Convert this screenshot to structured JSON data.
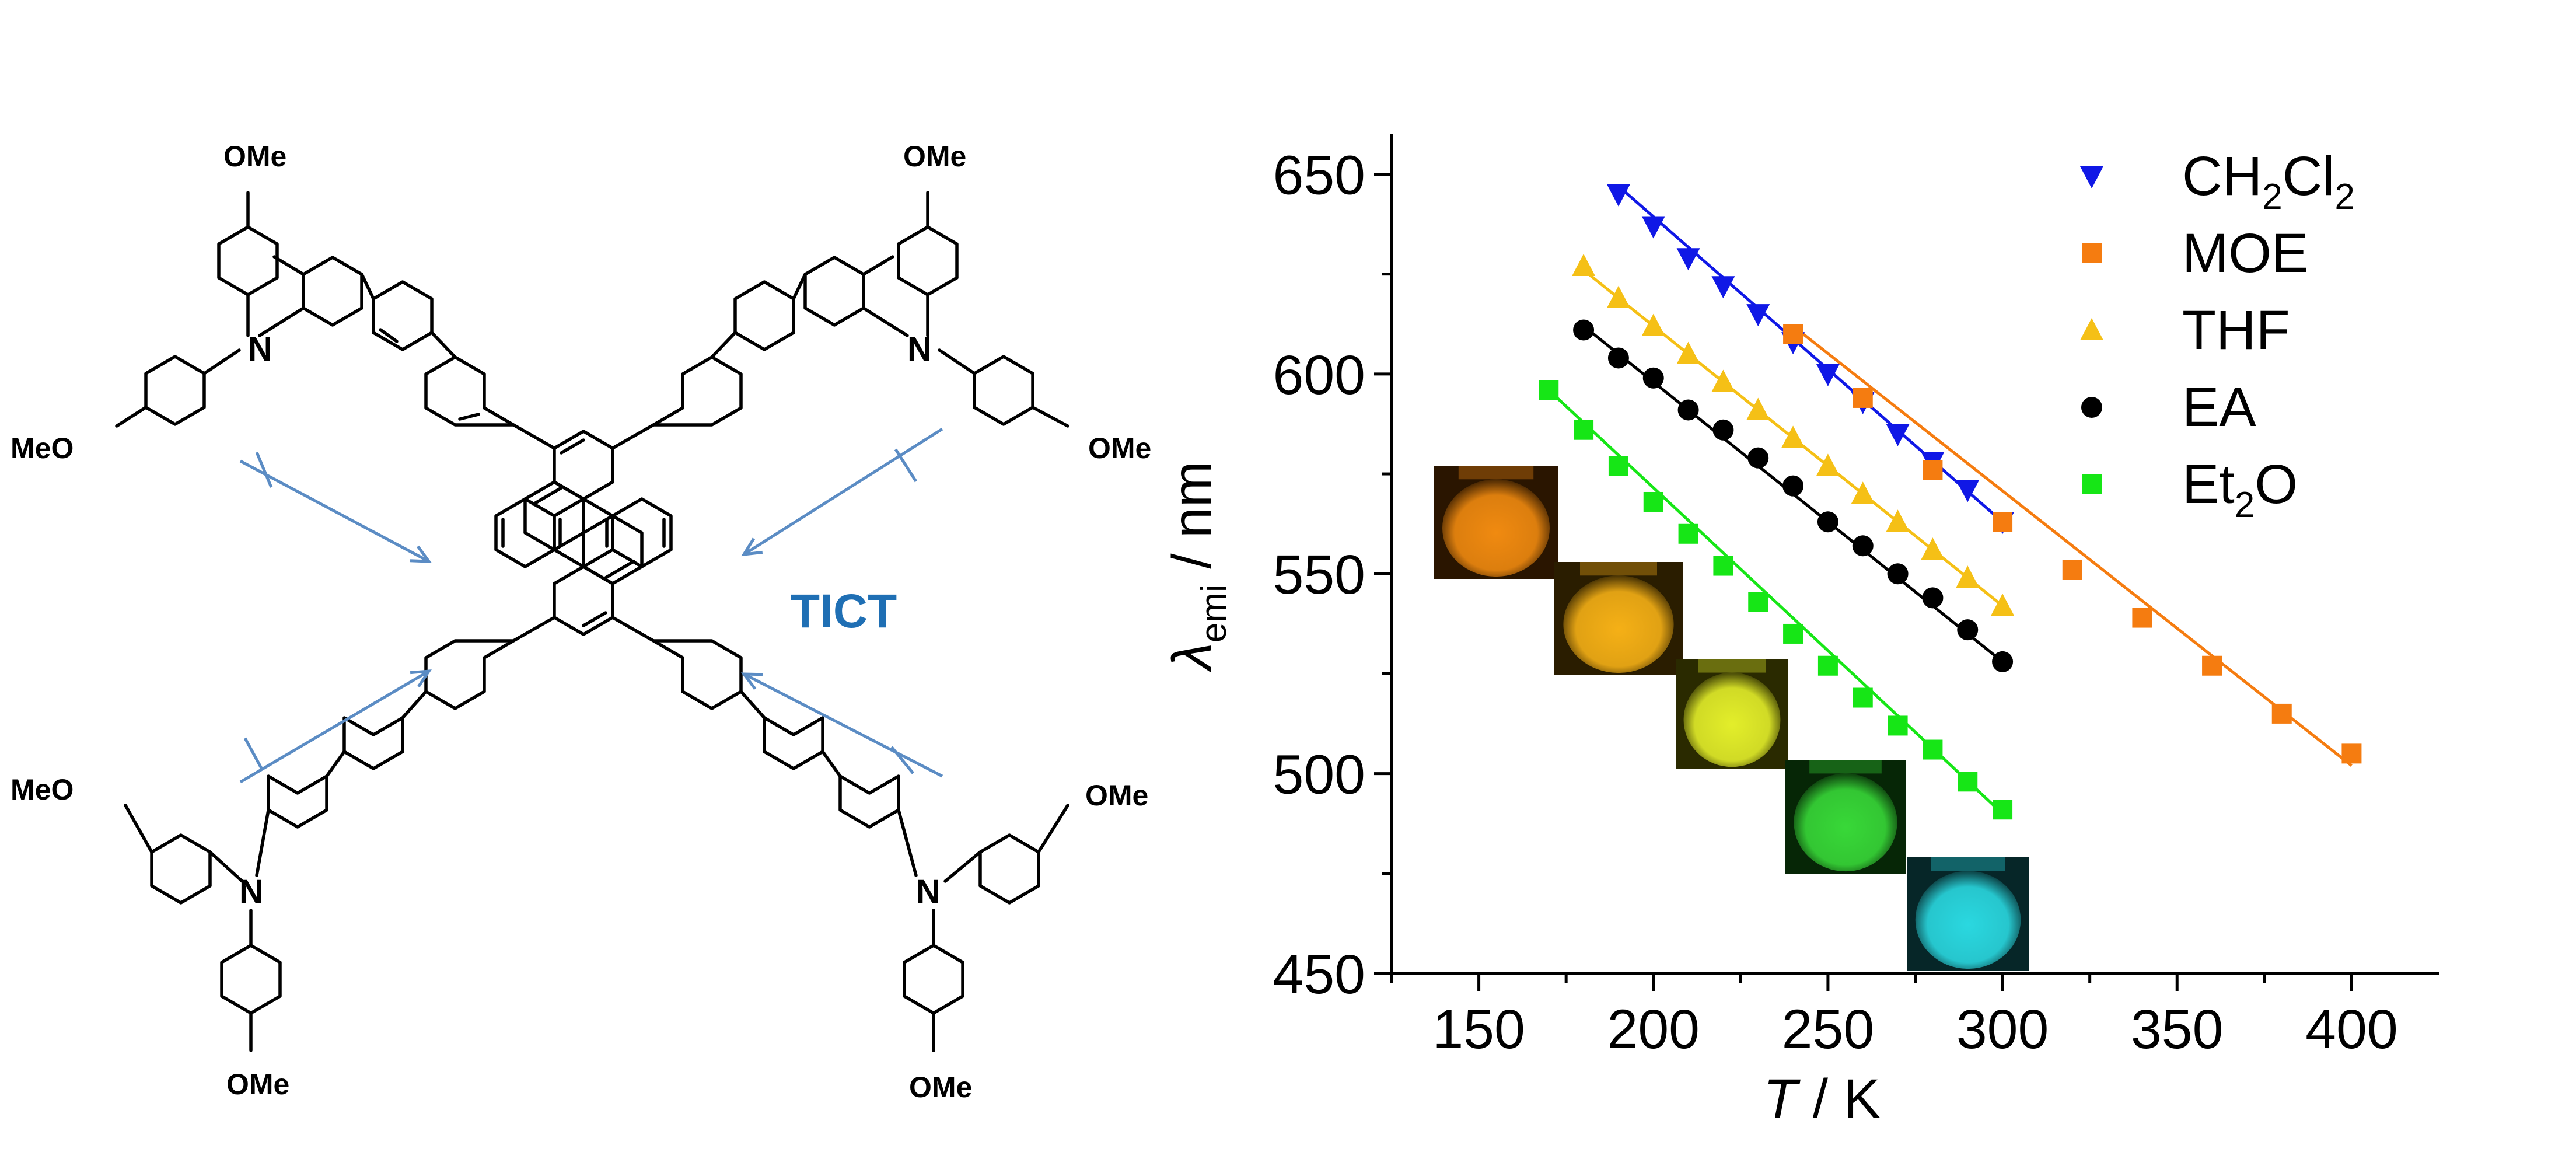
{
  "scheme": {
    "substituent_label": "OMe",
    "substituent_label_left": "MeO",
    "nitrogen_label": "N",
    "tict_label": "TICT",
    "tict_color": "#1f6fb4",
    "arrow_color": "#5b8cc4"
  },
  "chart_data": {
    "type": "scatter",
    "xlabel": "T / K",
    "ylabel": "λemi / nm",
    "xlim": [
      125,
      425
    ],
    "ylim": [
      450,
      660
    ],
    "xticks": [
      "150",
      "200",
      "250",
      "300",
      "350",
      "400"
    ],
    "yticks": [
      "450",
      "500",
      "550",
      "600",
      "650"
    ],
    "legend_position": "top-right",
    "series": [
      {
        "name": "CH2Cl2",
        "color": "#1018e6",
        "marker": "triangle-down",
        "x": [
          190,
          200,
          210,
          220,
          230,
          240,
          250,
          260,
          270,
          280,
          290,
          300
        ],
        "y": [
          645,
          637,
          629,
          622,
          615,
          608,
          600,
          593,
          585,
          578,
          571,
          563
        ]
      },
      {
        "name": "MOE",
        "color": "#f57c10",
        "marker": "square",
        "x": [
          240,
          260,
          280,
          300,
          320,
          340,
          360,
          380,
          400
        ],
        "y": [
          610,
          594,
          576,
          563,
          551,
          539,
          527,
          515,
          505
        ]
      },
      {
        "name": "THF",
        "color": "#f5c016",
        "marker": "triangle-up",
        "x": [
          180,
          190,
          200,
          210,
          220,
          230,
          240,
          250,
          260,
          270,
          280,
          290,
          300
        ],
        "y": [
          627,
          619,
          612,
          605,
          598,
          591,
          584,
          577,
          570,
          563,
          556,
          549,
          542
        ]
      },
      {
        "name": "EA",
        "color": "#000000",
        "marker": "circle",
        "x": [
          180,
          190,
          200,
          210,
          220,
          230,
          240,
          250,
          260,
          270,
          280,
          290,
          300
        ],
        "y": [
          611,
          604,
          599,
          591,
          586,
          579,
          572,
          563,
          557,
          550,
          544,
          536,
          528
        ]
      },
      {
        "name": "Et2O",
        "color": "#16e616",
        "marker": "square",
        "x": [
          170,
          180,
          190,
          200,
          210,
          220,
          230,
          240,
          250,
          260,
          270,
          280,
          290,
          300
        ],
        "y": [
          596,
          586,
          577,
          568,
          560,
          552,
          543,
          535,
          527,
          519,
          512,
          506,
          498,
          491
        ]
      }
    ],
    "fit_lines": [
      {
        "series": "CH2Cl2",
        "color": "#1018e6",
        "x": [
          190,
          300
        ],
        "y": [
          647,
          563
        ]
      },
      {
        "series": "MOE",
        "color": "#f57c10",
        "x": [
          240,
          400
        ],
        "y": [
          612,
          502
        ]
      },
      {
        "series": "THF",
        "color": "#f5c016",
        "x": [
          180,
          300
        ],
        "y": [
          626,
          542
        ]
      },
      {
        "series": "EA",
        "color": "#000000",
        "x": [
          180,
          300
        ],
        "y": [
          612,
          528
        ]
      },
      {
        "series": "Et2O",
        "color": "#16e616",
        "x": [
          170,
          300
        ],
        "y": [
          596,
          490
        ]
      }
    ],
    "inset_vials": [
      {
        "glow": "#f08a10",
        "bg": "#2a1500"
      },
      {
        "glow": "#f5b016",
        "bg": "#2a1d00"
      },
      {
        "glow": "#e3ee2a",
        "bg": "#2a2a00"
      },
      {
        "glow": "#38d838",
        "bg": "#062606"
      },
      {
        "glow": "#2ad8e0",
        "bg": "#062628"
      }
    ]
  }
}
